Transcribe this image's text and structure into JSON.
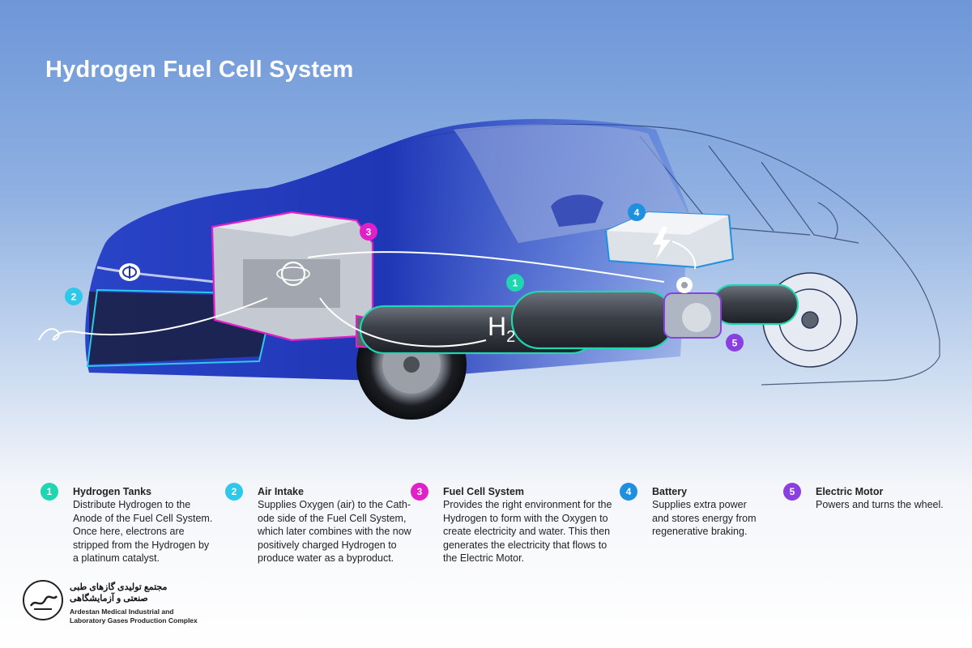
{
  "title": "Hydrogen Fuel Cell System",
  "diagram": {
    "h2_label": "H",
    "h2_sub": "2",
    "markers": [
      {
        "num": "1",
        "color": "#1fd6b0"
      },
      {
        "num": "2",
        "color": "#2ec8e8"
      },
      {
        "num": "3",
        "color": "#e020c8"
      },
      {
        "num": "4",
        "color": "#1f8fe0"
      },
      {
        "num": "5",
        "color": "#8a3fe0"
      }
    ]
  },
  "legend": [
    {
      "num": "1",
      "color": "#1fd6b0",
      "heading": "Hydrogen Tanks",
      "text": "Distribute Hydrogen to the\nAnode of the Fuel Cell System.\nOnce here, electrons are\nstripped from the Hydrogen by\na platinum catalyst."
    },
    {
      "num": "2",
      "color": "#2ec8e8",
      "heading": "Air Intake",
      "text": "Supplies Oxygen (air) to the Cath-\node side of the Fuel Cell System,\nwhich later combines with the now\npositively charged Hydrogen to\nproduce water as a byproduct."
    },
    {
      "num": "3",
      "color": "#e020c8",
      "heading": "Fuel Cell System",
      "text": "Provides the right environment for the\nHydrogen to form with the Oxygen to\ncreate electricity and water. This then\ngenerates the electricity that flows to\nthe Electric Motor."
    },
    {
      "num": "4",
      "color": "#1f8fe0",
      "heading": "Battery",
      "text": "Supplies extra power\nand stores energy from\nregenerative braking."
    },
    {
      "num": "5",
      "color": "#8a3fe0",
      "heading": "Electric Motor",
      "text": "Powers and turns the wheel."
    }
  ],
  "logo": {
    "line1_fa": "مجتمع تولیدی گازهای طبی",
    "line2_fa": "صنعتی و آزمایشگاهی",
    "line1_en": "Ardestan Medical Industrial and",
    "line2_en": "Laboratory Gases Production Complex"
  }
}
